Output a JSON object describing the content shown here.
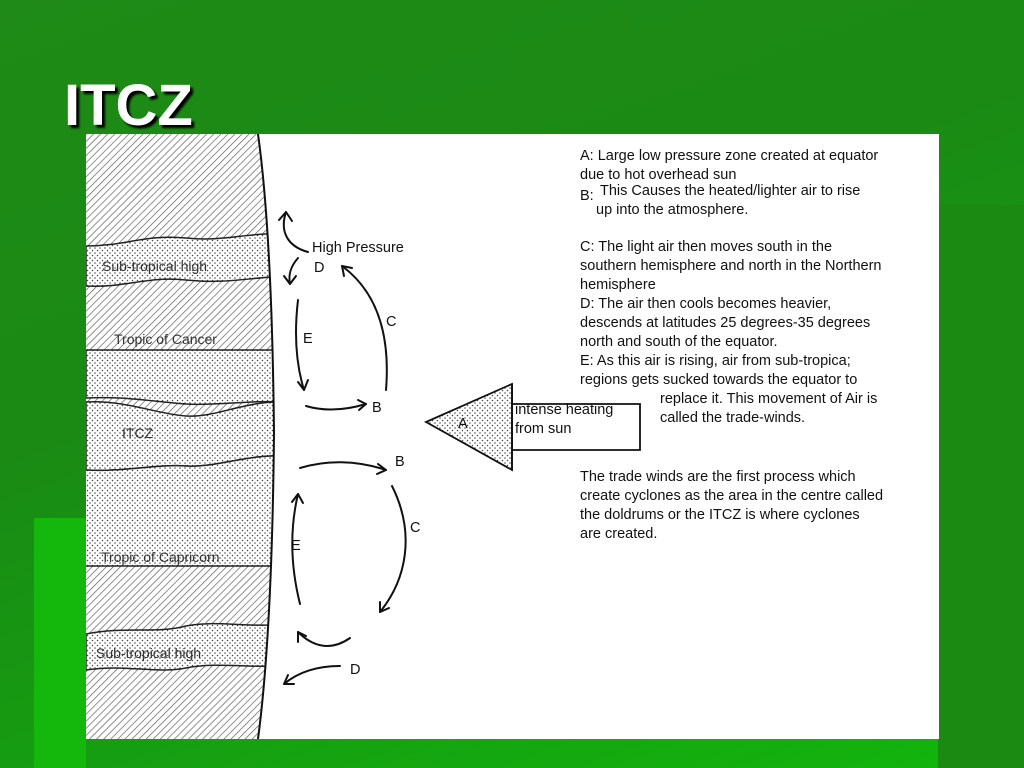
{
  "slide": {
    "title": "ITCZ"
  },
  "zones": {
    "subtropical_high_north": "Sub-tropical high",
    "tropic_of_cancer": "Tropic of Cancer",
    "itcz": "ITCZ",
    "tropic_of_capricorn": "Tropic of Capricorn",
    "subtropical_high_south": "Sub-tropical high"
  },
  "arrows": {
    "high_pressure": "High Pressure",
    "d_top": "D",
    "c_top": "C",
    "e_top": "E",
    "b_top": "B",
    "b_bottom": "B",
    "c_bottom": "C",
    "e_bottom": "E",
    "d_bottom": "D",
    "sun_marker": "A",
    "sun_line1": "intense heating",
    "sun_line2": "from sun"
  },
  "explanation": {
    "a_line1": "A: Large low pressure zone created at equator",
    "a_line2": "due to hot overhead sun",
    "b_prefix": "B:",
    "b_line1": "This Causes the heated/lighter air to rise",
    "b_line2": "up into the atmosphere.",
    "c_line1": "C: The light air then moves south in the",
    "c_line2": "southern hemisphere and north in the Northern",
    "c_line3": "hemisphere",
    "d_line1": "D: The air then cools becomes heavier,",
    "d_line2": "descends at latitudes 25 degrees-35 degrees",
    "d_line3": "north and south of the equator.",
    "e_line1": "E: As this air is rising, air from sub-tropica;",
    "e_line2": "regions gets sucked towards the equator to",
    "e_line3": "replace it. This movement of Air is",
    "e_line4": "called the trade-winds.",
    "trade_line1": "The trade winds are the first process which",
    "trade_line2": "create cyclones as the area in the centre called",
    "trade_line3": "the doldrums or the ITCZ is where cyclones",
    "trade_line4": "are created."
  },
  "colors": {
    "background": "#1a8a14",
    "accent_bright": "#14b80d",
    "title": "#ffffff"
  }
}
